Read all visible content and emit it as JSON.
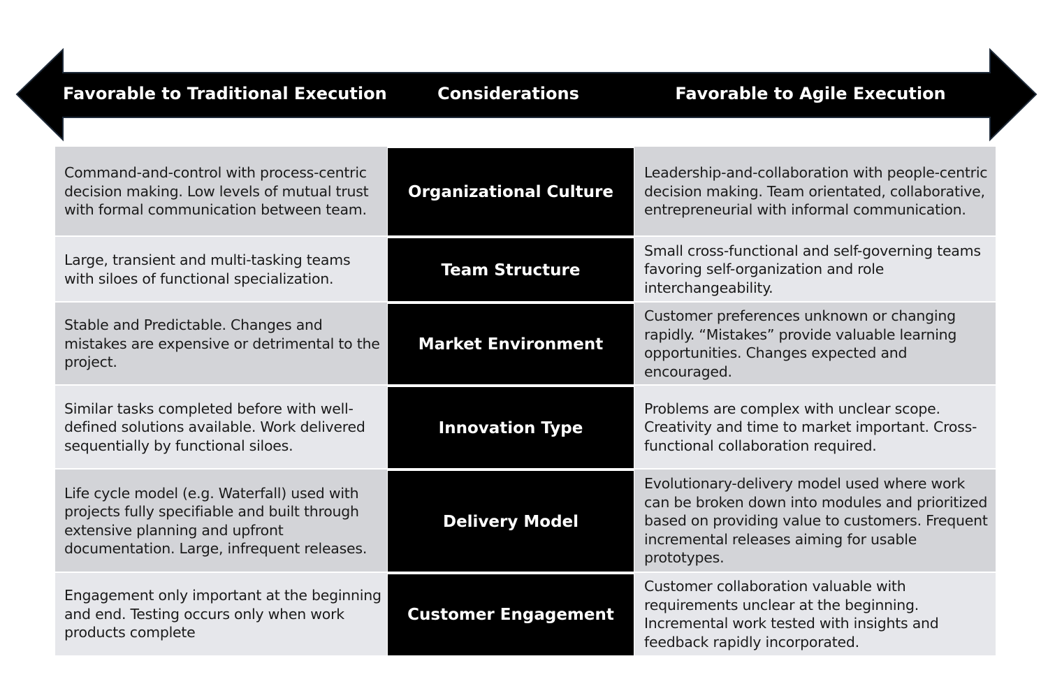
{
  "header": {
    "left_label": "Favorable to Traditional Execution",
    "middle_label": "Considerations",
    "right_label": "Favorable to Agile Execution"
  },
  "rows": [
    {
      "consideration": "Organizational Culture",
      "traditional": "Command-and-control with process-centric decision making. Low levels of mutual trust with formal communication between team.",
      "agile": "Leadership-and-collaboration with people-centric decision making. Team orientated, collaborative, entrepreneurial with informal communication."
    },
    {
      "consideration": "Team Structure",
      "traditional": "Large, transient and multi-tasking teams with siloes of functional specialization.",
      "agile": "Small cross-functional and self-governing teams favoring self-organization and role interchangeability."
    },
    {
      "consideration": "Market Environment",
      "traditional": "Stable and Predictable. Changes and mistakes are expensive or detrimental to the project.",
      "agile": "Customer preferences unknown or changing rapidly. “Mistakes” provide valuable learning opportunities. Changes expected and encouraged."
    },
    {
      "consideration": "Innovation Type",
      "traditional": "Similar tasks completed before with well-defined solutions available. Work delivered sequentially by functional siloes.",
      "agile": "Problems are complex with unclear scope. Creativity and time to market important. Cross-functional collaboration required."
    },
    {
      "consideration": "Delivery Model",
      "traditional": "Life cycle model (e.g. Waterfall) used with projects fully specifiable and built through extensive planning and upfront documentation. Large, infrequent releases.",
      "agile": "Evolutionary-delivery model used where work can be broken down into modules and prioritized based on providing value to customers. Frequent incremental releases aiming for usable prototypes."
    },
    {
      "consideration": "Customer Engagement",
      "traditional": "Engagement only important at the beginning and end. Testing occurs only when work products complete",
      "agile": "Customer collaboration valuable with requirements unclear at the beginning. Incremental work tested with insights and feedback rapidly incorporated."
    }
  ],
  "colors": {
    "arrow": "#000000",
    "arrow_outline": "#1f2b3a",
    "row_dark": "#d3d4d8",
    "row_light": "#e6e7eb",
    "consideration_bg": "#000000"
  }
}
